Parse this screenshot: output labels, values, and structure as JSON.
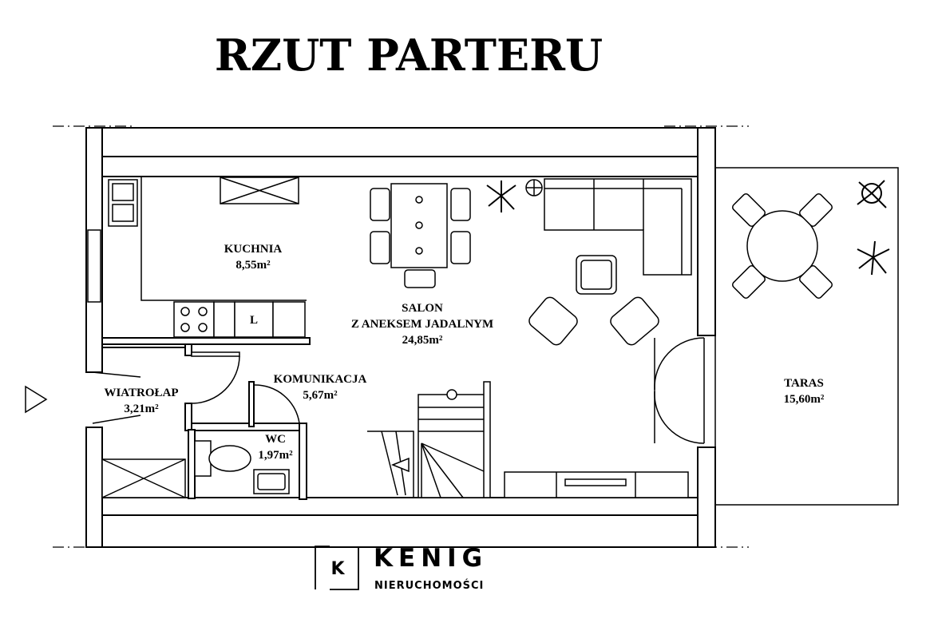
{
  "title": "RZUT PARTERU",
  "rooms": {
    "kuchnia": {
      "name": "KUCHNIA",
      "area": "8,55m²"
    },
    "salon": {
      "name1": "SALON",
      "name2": "Z ANEKSEM JADALNYM",
      "area": "24,85m²"
    },
    "komunikacja": {
      "name": "KOMUNIKACJA",
      "area": "5,67m²"
    },
    "wiatrolap": {
      "name": "WIATROŁAP",
      "area": "3,21m²"
    },
    "wc": {
      "name": "WC",
      "area": "1,97m²"
    },
    "taras": {
      "name": "TARAS",
      "area": "15,60m²"
    }
  },
  "fixtures": {
    "fridge_label": "L"
  },
  "logo": {
    "letter": "K",
    "brand": "KENIG",
    "subtitle": "NIERUCHOMOŚCI"
  }
}
